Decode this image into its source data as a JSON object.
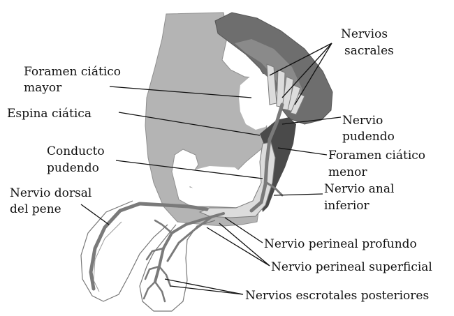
{
  "labels": {
    "nervios_sacrales": [
      "Nervios",
      "sacrales"
    ],
    "foramen_mayor": [
      "Foramen ciático",
      "mayor"
    ],
    "espina_ciatica": [
      "Espina ciática"
    ],
    "nervio_pudendo": [
      "Nervio",
      "pudendo"
    ],
    "conducto_pudendo": [
      "Conducto",
      "pudendo"
    ],
    "foramen_menor": [
      "Foramen ciático",
      "menor"
    ],
    "nervio_dorsal": [
      "Nervio dorsal",
      "del pene"
    ],
    "nervio_anal": [
      "Nervio anal",
      "inferior"
    ],
    "perineal_profundo": [
      "Nervio perineal profundo"
    ],
    "perineal_superficial": [
      "Nervio perineal superficial"
    ],
    "escrotales_posteriores": [
      "Nervios escrotales posteriores"
    ]
  },
  "colors": {
    "bone_light": "#b4b4b4",
    "bone_dark": "#6e6e6e",
    "ligament": "#4a4a4a",
    "nerve": "#7a7a7a",
    "nerve_light": "#dcdcdc",
    "outline": "#555555"
  }
}
